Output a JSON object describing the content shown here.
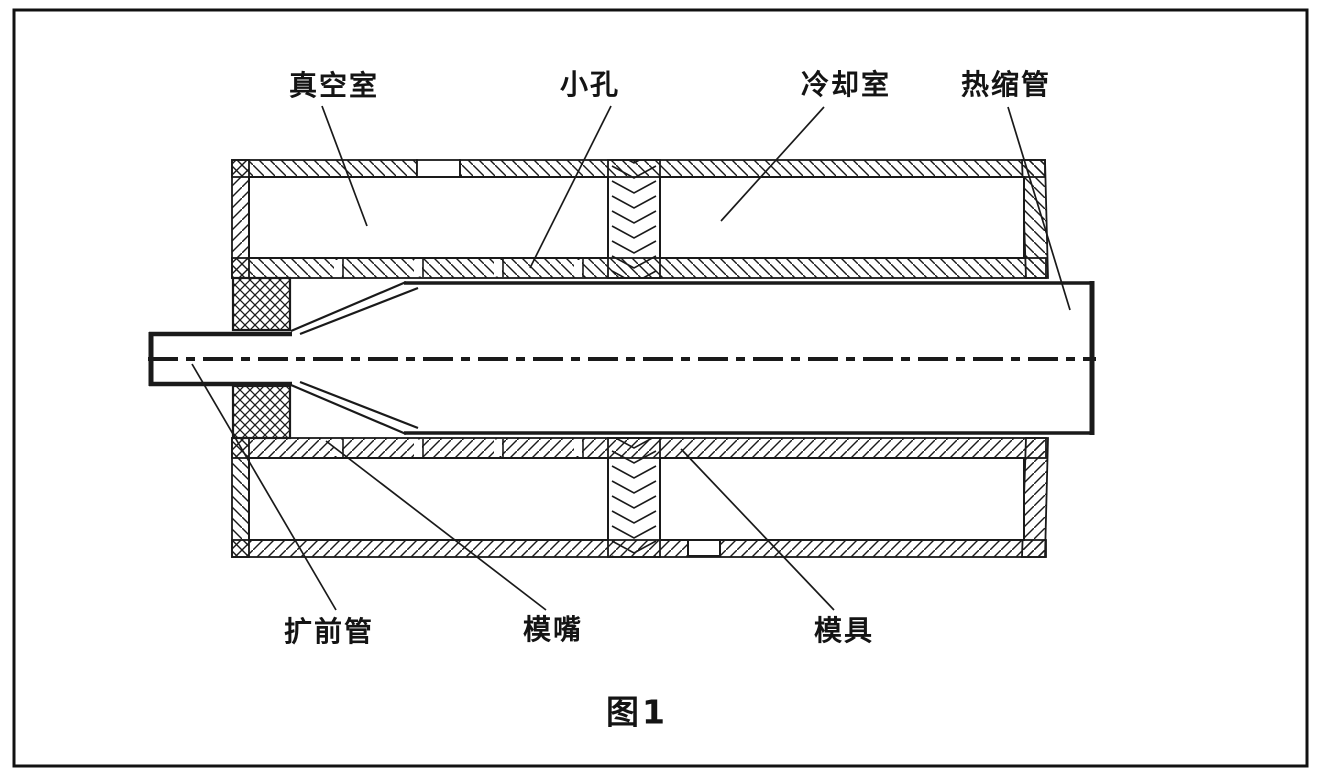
{
  "figure": {
    "caption": "图1",
    "labels": {
      "vacuum_chamber": "真空室",
      "small_hole": "小孔",
      "cooling_chamber": "冷却室",
      "heat_shrink_tube": "热缩管",
      "expander_tube": "扩前管",
      "die_nozzle": "模嘴",
      "mold": "模具"
    },
    "colors": {
      "line": "#1a1a1a",
      "background": "#ffffff"
    }
  }
}
